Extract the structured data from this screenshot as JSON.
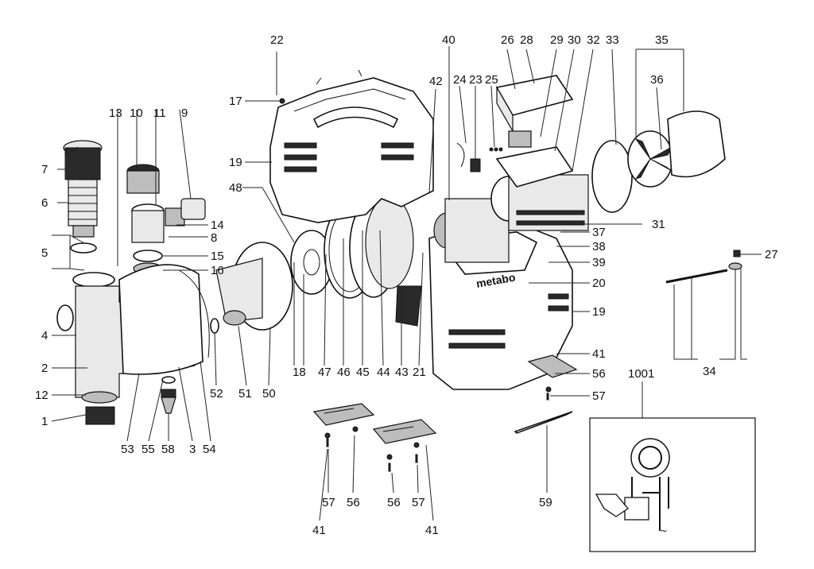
{
  "labels": {
    "l1": "1",
    "l2": "2",
    "l3": "3",
    "l4": "4",
    "l5": "5",
    "l6": "6",
    "l7": "7",
    "l8": "8",
    "l9": "9",
    "l10": "10",
    "l11": "11",
    "l12": "12",
    "l13": "13",
    "l14": "14",
    "l15": "15",
    "l16": "16",
    "l17": "17",
    "l18": "18",
    "l19a": "19",
    "l19b": "19",
    "l20": "20",
    "l21": "21",
    "l22": "22",
    "l23": "23",
    "l24": "24",
    "l25": "25",
    "l26": "26",
    "l27": "27",
    "l28": "28",
    "l29": "29",
    "l30": "30",
    "l31": "31",
    "l32": "32",
    "l33": "33",
    "l34": "34",
    "l35": "35",
    "l36": "36",
    "l37": "37",
    "l38": "38",
    "l39": "39",
    "l40": "40",
    "l41a": "41",
    "l41b": "41",
    "l41c": "41",
    "l42": "42",
    "l43": "43",
    "l44": "44",
    "l45": "45",
    "l46": "46",
    "l47": "47",
    "l48": "48",
    "l50": "50",
    "l51": "51",
    "l52": "52",
    "l53": "53",
    "l54": "54",
    "l55": "55",
    "l56a": "56",
    "l56b": "56",
    "l56c": "56",
    "l57a": "57",
    "l57b": "57",
    "l57c": "57",
    "l58": "58",
    "l59": "59",
    "l1001": "1001"
  },
  "brand_text": "metabo"
}
